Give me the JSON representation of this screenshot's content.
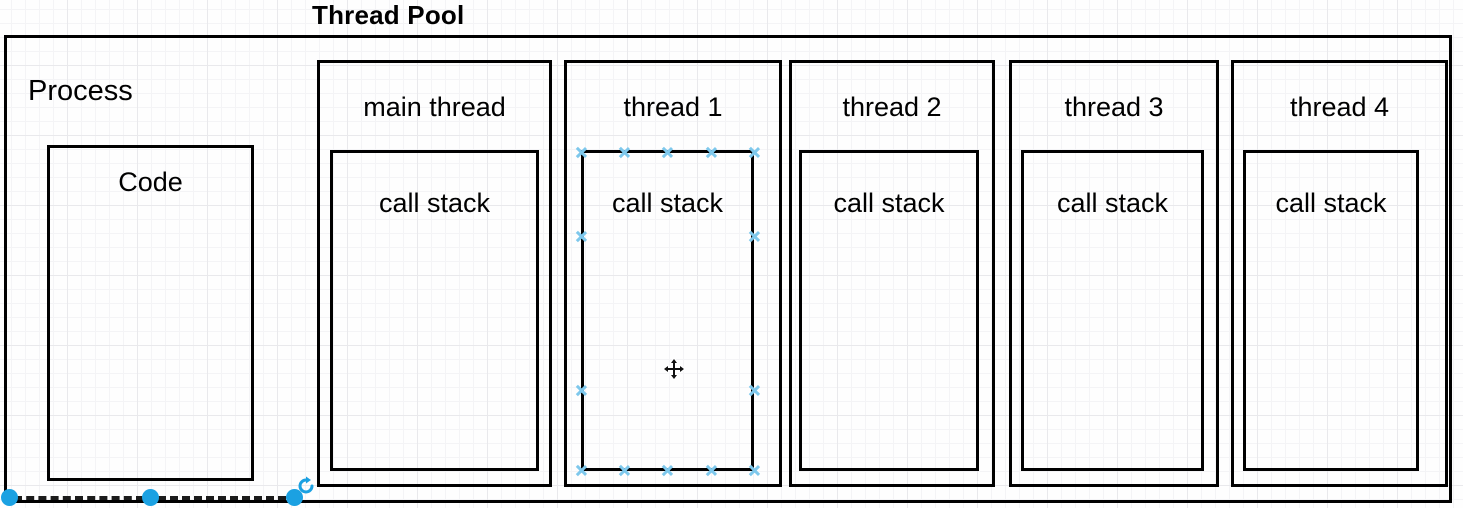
{
  "diagram": {
    "title": "Thread Pool",
    "process_label": "Process",
    "code_label": "Code",
    "threads": [
      {
        "name": "main thread",
        "stack_label": "call stack",
        "selected": false
      },
      {
        "name": "thread 1",
        "stack_label": "call stack",
        "selected": true
      },
      {
        "name": "thread 2",
        "stack_label": "call stack",
        "selected": false
      },
      {
        "name": "thread 3",
        "stack_label": "call stack",
        "selected": false
      },
      {
        "name": "thread 4",
        "stack_label": "call stack",
        "selected": false
      }
    ]
  },
  "selection": {
    "handle_color": "#7ec8ec",
    "circle_handle_color": "#1ba1e2",
    "rotate_icon": "rotate-icon",
    "cursor_icon": "move-cursor-icon"
  },
  "style": {
    "stroke_color": "#000000",
    "canvas_background": "#fefefe",
    "grid_minor_color": "#f4f4f6",
    "grid_major_color": "#e9e9ec",
    "text_color": "#000000"
  }
}
